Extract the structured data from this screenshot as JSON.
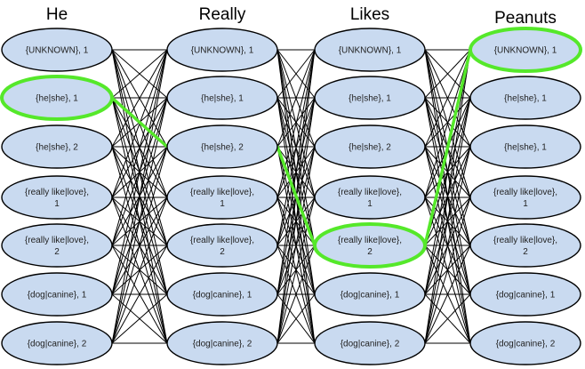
{
  "columns": [
    {
      "title": "He",
      "nodes": [
        {
          "lines": [
            "{UNKNOWN}, 1"
          ]
        },
        {
          "lines": [
            "{he|she}, 1"
          ],
          "highlight": true
        },
        {
          "lines": [
            "{he|she}, 2"
          ]
        },
        {
          "lines": [
            "{really like|love},",
            "1"
          ]
        },
        {
          "lines": [
            "{really like|love},",
            "2"
          ]
        },
        {
          "lines": [
            "{dog|canine}, 1"
          ]
        },
        {
          "lines": [
            "{dog|canine}, 2"
          ]
        }
      ]
    },
    {
      "title": "Really",
      "nodes": [
        {
          "lines": [
            "{UNKNOWN}, 1"
          ]
        },
        {
          "lines": [
            "{he|she}, 1"
          ]
        },
        {
          "lines": [
            "{he|she}, 2"
          ]
        },
        {
          "lines": [
            "{really like|love},",
            "1"
          ]
        },
        {
          "lines": [
            "{really like|love},",
            "2"
          ]
        },
        {
          "lines": [
            "{dog|canine}, 1"
          ]
        },
        {
          "lines": [
            "{dog|canine}, 2"
          ]
        }
      ]
    },
    {
      "title": "Likes",
      "nodes": [
        {
          "lines": [
            "{UNKNOWN}, 1"
          ]
        },
        {
          "lines": [
            "{he|she}, 1"
          ]
        },
        {
          "lines": [
            "{he|she}, 2"
          ]
        },
        {
          "lines": [
            "{really like|love},",
            "1"
          ]
        },
        {
          "lines": [
            "{really like|love},",
            "2"
          ],
          "highlight": true
        },
        {
          "lines": [
            "{dog|canine}, 1"
          ]
        },
        {
          "lines": [
            "{dog|canine}, 2"
          ]
        }
      ]
    },
    {
      "title": "Peanuts",
      "nodes": [
        {
          "lines": [
            "{UNKNOWN}, 1"
          ],
          "highlight": true
        },
        {
          "lines": [
            "{he|she}, 1"
          ]
        },
        {
          "lines": [
            "{he|she}, 1"
          ]
        },
        {
          "lines": [
            "{really like|love},",
            "1"
          ]
        },
        {
          "lines": [
            "{really like|love},",
            "2"
          ]
        },
        {
          "lines": [
            "{dog|canine}, 1"
          ]
        },
        {
          "lines": [
            "{dog|canine}, 2"
          ]
        }
      ]
    }
  ],
  "best_path": [
    1,
    2,
    4,
    0
  ],
  "colors": {
    "node_fill": "#c9daf0",
    "node_stroke": "#000000",
    "edge": "#000000",
    "highlight": "#55e82a"
  }
}
